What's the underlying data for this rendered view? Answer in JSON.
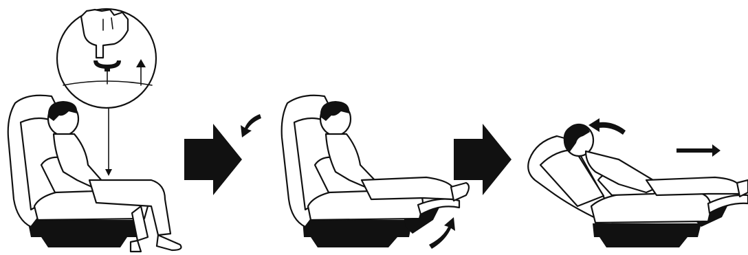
{
  "diagram": {
    "panels": [
      {
        "step": 1,
        "pose": "upright-seated",
        "detail": "pull-handle-up"
      },
      {
        "step": 2,
        "pose": "footrest-raised"
      },
      {
        "step": 3,
        "pose": "fully-reclined"
      }
    ],
    "transitions": [
      {
        "from": 1,
        "to": 2,
        "icon": "right-arrow-icon"
      },
      {
        "from": 2,
        "to": 3,
        "icon": "right-arrow-icon"
      }
    ],
    "colors": {
      "ink": "#111111",
      "paper": "#ffffff"
    },
    "icons": [
      "hand-pull-icon",
      "up-arrow-icon",
      "curved-arrow-icon",
      "right-arrow-icon"
    ]
  }
}
